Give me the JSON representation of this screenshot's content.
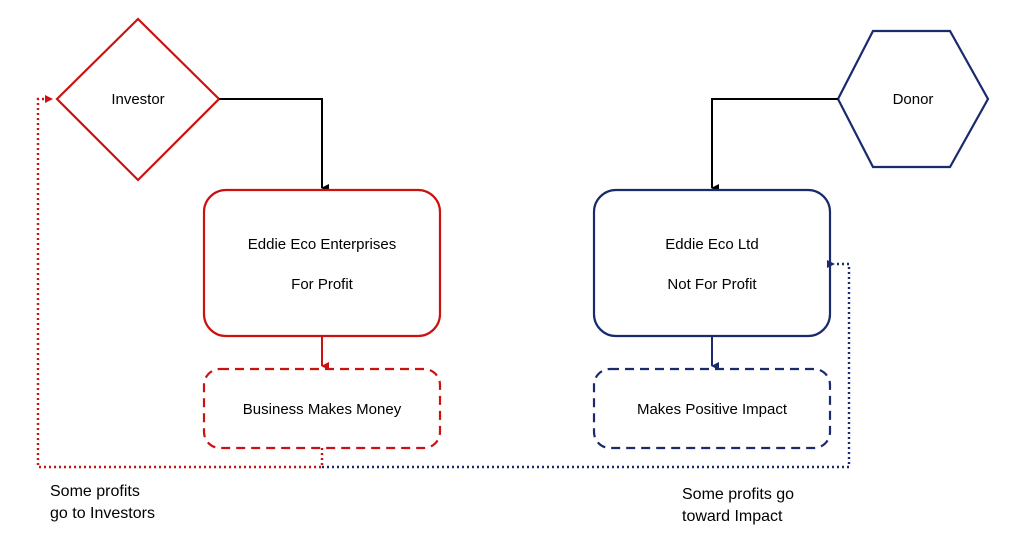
{
  "nodes": {
    "investor": "Investor",
    "donor": "Donor",
    "enterprise_name": "Eddie Eco Enterprises",
    "enterprise_type": "For Profit",
    "ltd_name": "Eddie Eco Ltd",
    "ltd_type": "Not For Profit",
    "business_outcome": "Business Makes Money",
    "impact_outcome": "Makes Positive Impact"
  },
  "captions": {
    "left": "Some profits\ngo to Investors",
    "right": "Some profits go\ntoward Impact"
  },
  "colors": {
    "red": "#cc1111",
    "navy": "#1a2a6c",
    "black": "#000000"
  }
}
